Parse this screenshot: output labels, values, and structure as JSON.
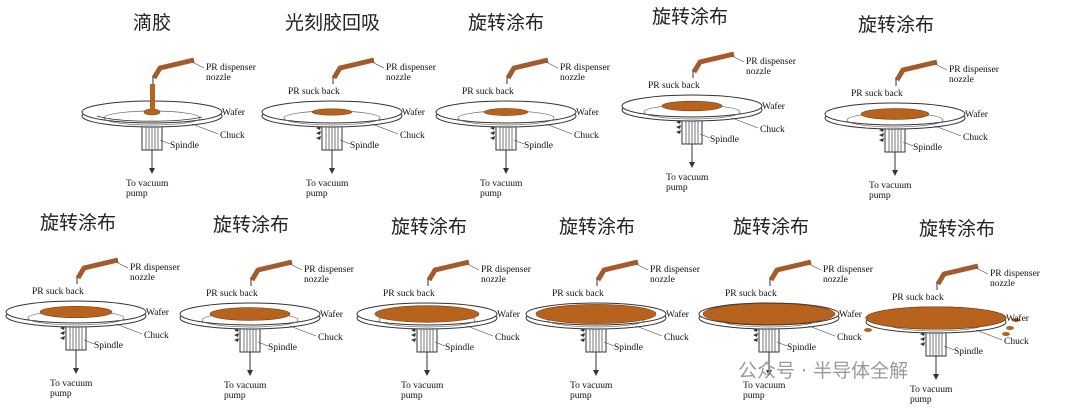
{
  "labels": {
    "nozzle_1": "PR dispenser",
    "nozzle_2": "nozzle",
    "suck_back": "PR suck back",
    "wafer": "Wafer",
    "chuck": "Chuck",
    "spindle": "Spindle",
    "vacuum_1": "To vacuum",
    "vacuum_2": "pump"
  },
  "steps": [
    {
      "title": "滴胶",
      "stage": 0
    },
    {
      "title": "光刻胶回吸",
      "stage": 1
    },
    {
      "title": "旋转涂布",
      "stage": 2
    },
    {
      "title": "旋转涂布",
      "stage": 3
    },
    {
      "title": "旋转涂布",
      "stage": 4
    },
    {
      "title": "旋转涂布",
      "stage": 5
    },
    {
      "title": "旋转涂布",
      "stage": 6
    },
    {
      "title": "旋转涂布",
      "stage": 7
    },
    {
      "title": "旋转涂布",
      "stage": 8
    },
    {
      "title": "旋转涂布",
      "stage": 9
    },
    {
      "title": "旋转涂布",
      "stage": 10
    }
  ],
  "watermark": "公众号 · 半导体全解",
  "colors": {
    "resist": "#b8631d",
    "nozzle": "#a45a2a",
    "line": "#333333"
  }
}
